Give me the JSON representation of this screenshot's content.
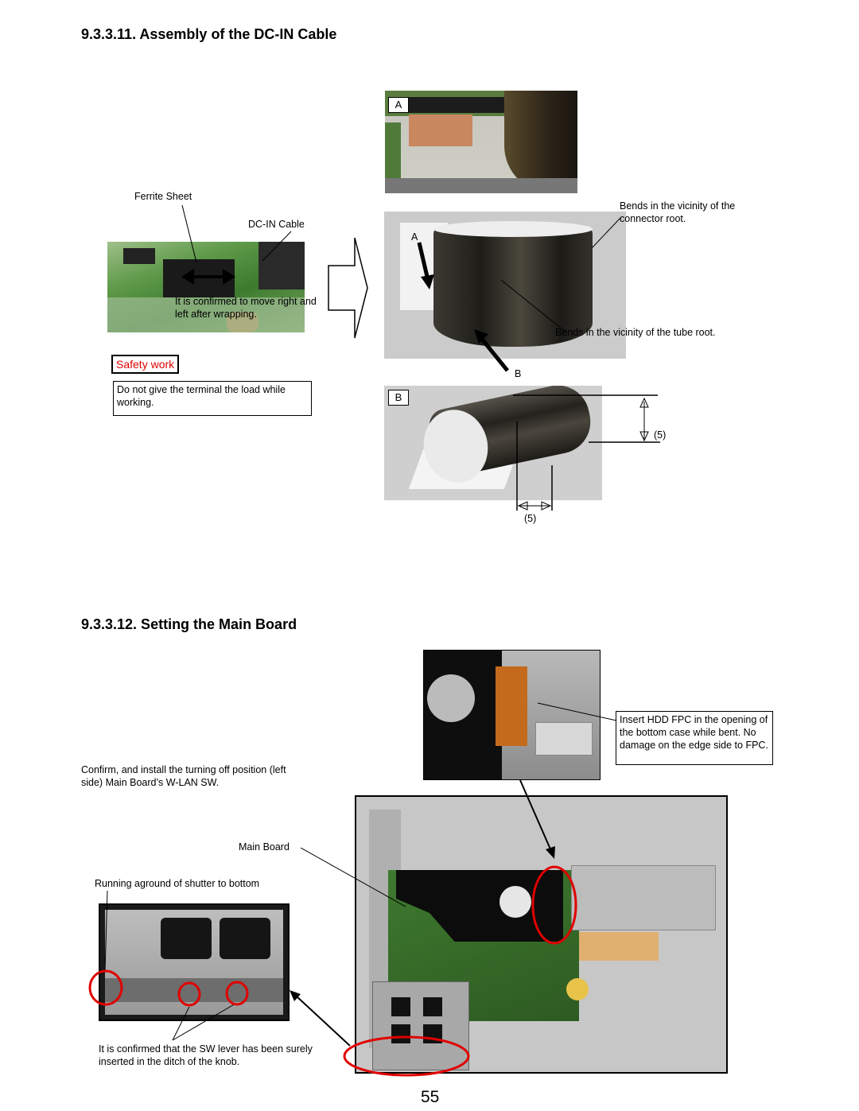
{
  "section1": {
    "heading": "9.3.3.11. Assembly of the DC-IN Cable",
    "ferrite_label": "Ferrite Sheet",
    "dcin_label": "DC-IN Cable",
    "move_note": "It is confirmed to move right and left after wrapping.",
    "safety_label": "Safety work",
    "safety_note": "Do not give the terminal the load while working.",
    "tag_a": "A",
    "tag_b": "B",
    "arrow_a": "A",
    "arrow_b": "B",
    "connector_note": "Bends in the vicinity of the connector root.",
    "tube_note": "Bends in the vicinity of the tube root.",
    "dim_vertical": "(5)",
    "dim_horizontal": "(5)"
  },
  "section2": {
    "heading": "9.3.3.12. Setting the Main Board",
    "hdd_note": "Insert HDD FPC in the opening of the bottom case while bent. No damage on the edge side to FPC.",
    "wlan_note": "Confirm, and install the turning off position (left side) Main Board’s W-LAN SW.",
    "main_board_label": "Main Board",
    "shutter_note": "Running aground of shutter to bottom",
    "sw_lever_note": "It is confirmed that the SW lever has been surely inserted in the ditch of the knob."
  },
  "page_number": "55",
  "colors": {
    "safety_red": "#e00000",
    "circle_red": "#e00000",
    "pcb_green": "#3d7a2e"
  }
}
